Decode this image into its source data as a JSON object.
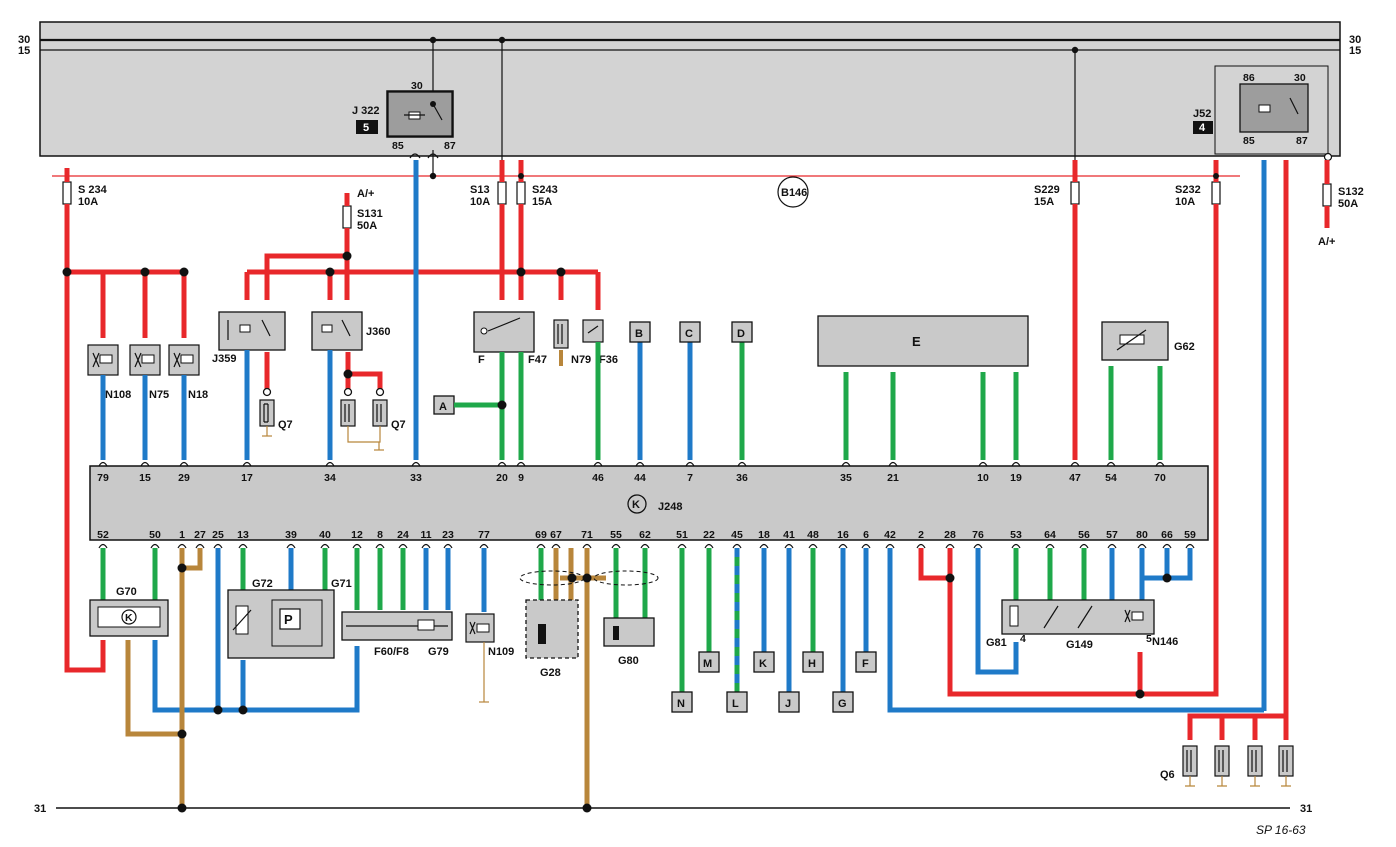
{
  "rails": {
    "r30": "30",
    "r15": "15",
    "r31": "31"
  },
  "relays": {
    "j322": {
      "name": "J 322",
      "num": "5",
      "p30": "30",
      "p85": "85",
      "p87": "87"
    },
    "j52": {
      "name": "J52",
      "num": "4",
      "p86": "86",
      "p30": "30",
      "p85": "85",
      "p87": "87"
    },
    "j359": {
      "name": "J359"
    },
    "j360": {
      "name": "J360"
    }
  },
  "fuses": {
    "s234": {
      "name": "S 234",
      "rating": "10A"
    },
    "s131": {
      "name": "S131",
      "rating": "50A"
    },
    "s13": {
      "name": "S13",
      "rating": "10A"
    },
    "s243": {
      "name": "S243",
      "rating": "15A"
    },
    "s229": {
      "name": "S229",
      "rating": "15A"
    },
    "s232": {
      "name": "S232",
      "rating": "10A"
    },
    "s132": {
      "name": "S132",
      "rating": "50A"
    }
  },
  "supply": {
    "a_plus": "A/+",
    "a_plus_right": "A/+",
    "b146": "B146"
  },
  "components": {
    "n108": "N108",
    "n75": "N75",
    "n18": "N18",
    "q7a": "Q7",
    "q7b": "Q7",
    "f": "F",
    "f47": "F47",
    "n79": "N79",
    "f36": "F36",
    "e": "E",
    "g62": "G62",
    "g70": "G70",
    "g72": "G72",
    "g71": "G71",
    "p": "P",
    "f60f8": "F60/F8",
    "g79": "G79",
    "n109": "N109",
    "g28": "G28",
    "g80": "G80",
    "g81": "G81",
    "g149": "G149",
    "n146": "N146",
    "q6": "Q6",
    "k1": "K",
    "k2": "K",
    "pin4": "4",
    "pin5": "5"
  },
  "ecu": {
    "name": "J248",
    "top_pins": [
      "79",
      "15",
      "29",
      "17",
      "34",
      "33",
      "20",
      "9",
      "46",
      "44",
      "7",
      "36",
      "35",
      "21",
      "10",
      "19",
      "47",
      "54",
      "70"
    ],
    "bottom_pins": [
      "52",
      "50",
      "1",
      "27",
      "25",
      "13",
      "39",
      "40",
      "12",
      "8",
      "24",
      "11",
      "23",
      "77",
      "69",
      "67",
      "71",
      "55",
      "62",
      "51",
      "22",
      "45",
      "18",
      "41",
      "48",
      "16",
      "6",
      "42",
      "2",
      "28",
      "76",
      "53",
      "64",
      "56",
      "57",
      "80",
      "66",
      "59"
    ]
  },
  "refs": {
    "top": [
      "A",
      "B",
      "C",
      "D"
    ],
    "bottom_mid": [
      "M",
      "K",
      "H",
      "F"
    ],
    "bottom_low": [
      "N",
      "L",
      "J",
      "G"
    ]
  },
  "caption": "SP 16-63"
}
